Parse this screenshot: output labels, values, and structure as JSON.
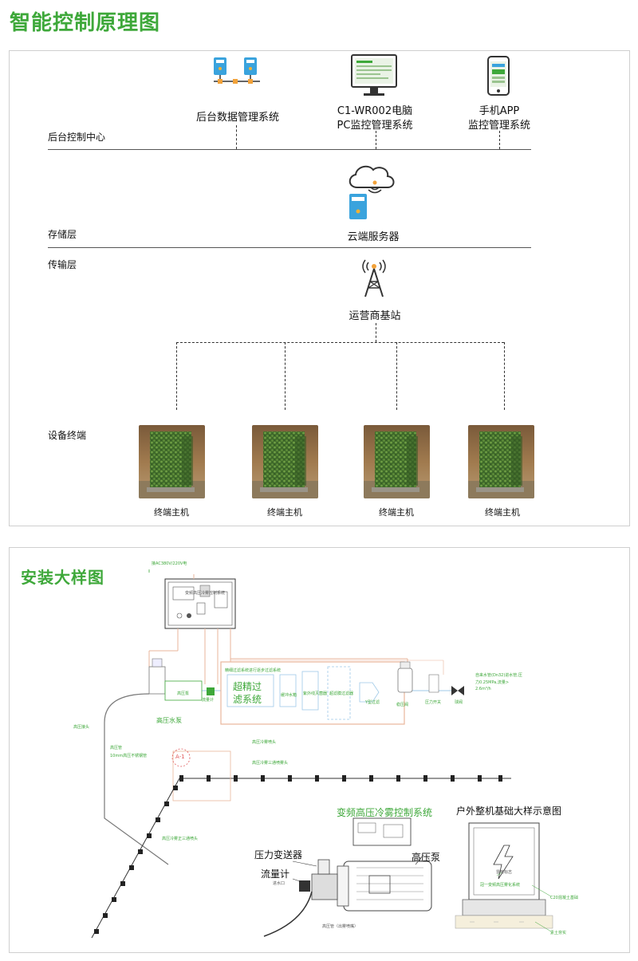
{
  "section1": {
    "title": "智能控制原理图",
    "layers": {
      "backend": "后台控制中心",
      "storage": "存储层",
      "transport": "传输层",
      "terminal": "设备终端"
    },
    "nodes": {
      "data_mgmt": "后台数据管理系统",
      "pc_line1": "C1-WR002电脑",
      "pc_line2": "PC监控管理系统",
      "app_line1": "手机APP",
      "app_line2": "监控管理系统",
      "cloud": "云端服务器",
      "tower": "运营商基站"
    },
    "terminals": [
      "终端主机",
      "终端主机",
      "终端主机",
      "终端主机"
    ]
  },
  "section2": {
    "title": "安装大样图",
    "labels": {
      "vfd_system": "变频高压冷雾控制系统",
      "cabinet_title": "户外整机基础大样示意图",
      "pressure_sensor": "压力变送器",
      "flow_meter": "流量计",
      "hp_pump": "高压泵",
      "hp_water_pump": "高压水泵",
      "filter_line1": "超精过",
      "filter_line2": "滤系统"
    },
    "small": {
      "power": "接AC380V/220V电",
      "control_box": "变频高压冷雾控制系统",
      "filter_note": "精细过滤系统进行逐步过滤系统",
      "tank": "高压泵",
      "flow": "流量计",
      "anti": "缓冲水箱",
      "uv": "紫外线灭菌器",
      "cart": "超滤膜过滤器",
      "strainer": "Y型过滤",
      "relief": "稳压阀",
      "pressure_switch": "压力开关",
      "valve": "球阀",
      "water_in_1": "自来水管(Dn32)进水管,压",
      "water_in_2": "力0.25MPa,流量>",
      "water_in_3": "2.6m³/h",
      "a1": "A-1",
      "nozzle1": "高压冷雾喷头",
      "nozzle2": "高压冷雾三通喷雾头",
      "joint": "高压接头",
      "pipe1": "高压管",
      "pipe2": "10mm高压不锈钢管",
      "nozzle3": "高压冷雾正三通喷头",
      "inlet": "进水口",
      "hose": "高压管（出雾喷嘴）",
      "cab_note": "冠一变频高压雾化系统",
      "foundation": "C20混凝土基础",
      "soil": "素土夯实",
      "lightning": "雷电标志"
    }
  }
}
